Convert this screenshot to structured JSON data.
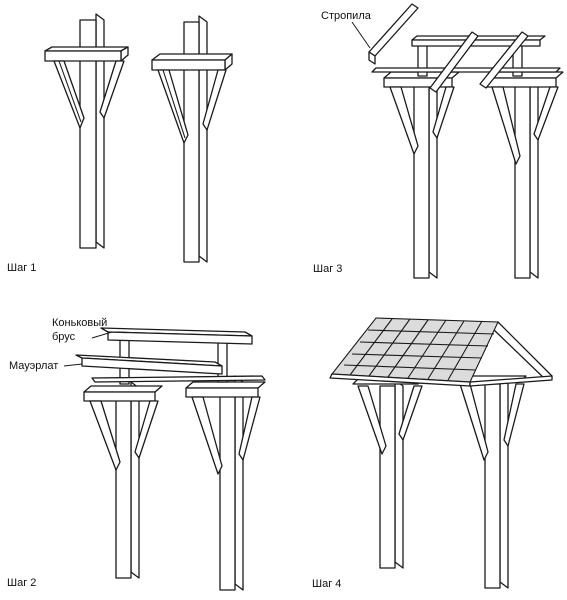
{
  "steps": [
    {
      "label": "Шаг 1"
    },
    {
      "label": "Шаг 2"
    },
    {
      "label": "Шаг 3"
    },
    {
      "label": "Шаг 4"
    }
  ],
  "callouts": {
    "rafters": "Стропила",
    "ridge_beam_line1": "Коньковый",
    "ridge_beam_line2": "брус",
    "wall_plate": "Мауэрлат"
  },
  "colors": {
    "ink": "#1a1a1a",
    "wood": "#ffffff",
    "shingle": "#e6e6e6"
  }
}
